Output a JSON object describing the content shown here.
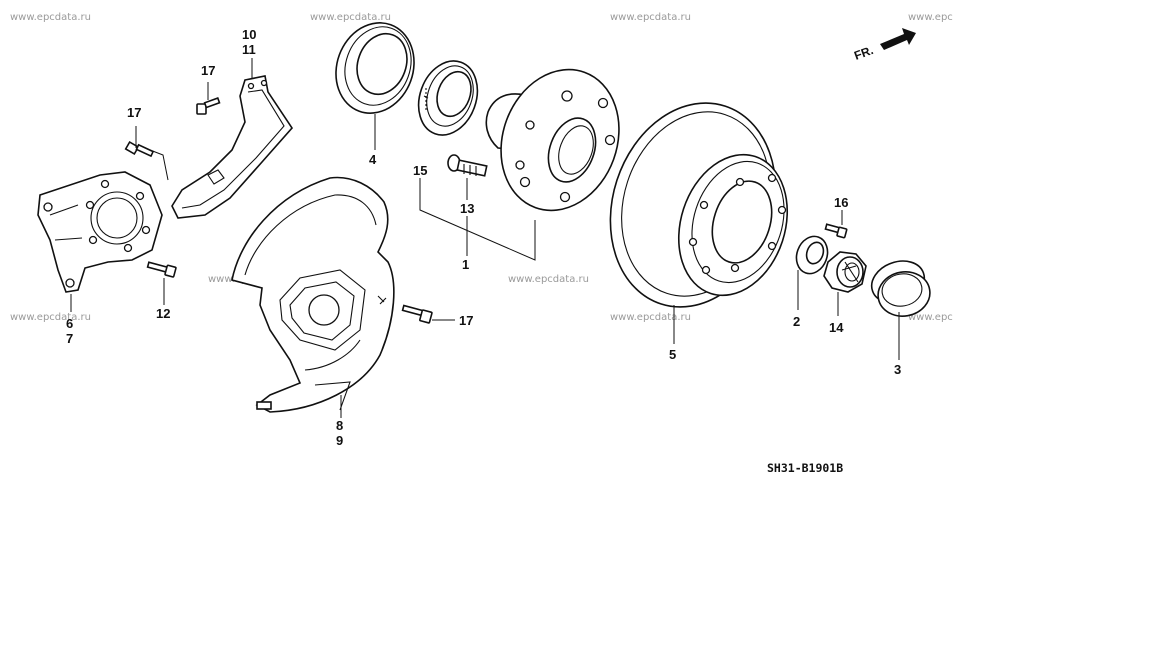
{
  "watermark_text": "www.epcdata.ru",
  "watermark_text_cut": "www.epc",
  "orientation_label": "FR.",
  "diagram_code": "SH31-B1901B",
  "callouts": {
    "p1": "1",
    "p2": "2",
    "p3": "3",
    "p4": "4",
    "p5": "5",
    "p6": "6",
    "p7": "7",
    "p8": "8",
    "p9": "9",
    "p10": "10",
    "p11": "11",
    "p12": "12",
    "p13": "13",
    "p14": "14",
    "p15": "15",
    "p16": "16",
    "p17": "17"
  }
}
